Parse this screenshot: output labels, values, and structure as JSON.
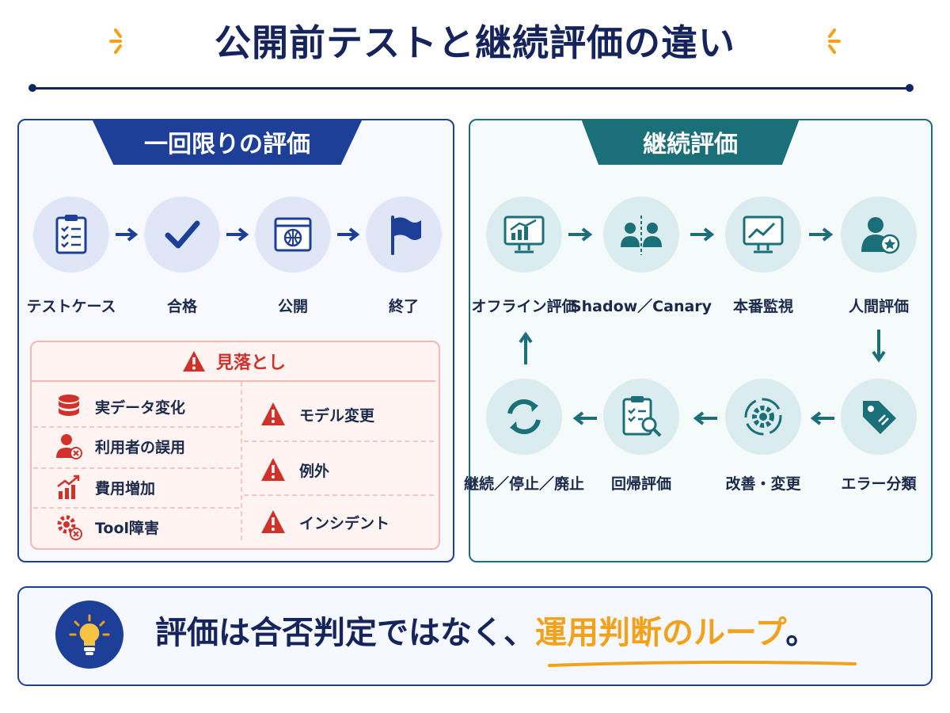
{
  "title": "公開前テストと継続評価の違い",
  "left_panel": {
    "title": "一回限りの評価",
    "steps": [
      {
        "label": "テストケース",
        "icon": "checklist-clipboard-icon"
      },
      {
        "label": "合格",
        "icon": "checkmark-icon"
      },
      {
        "label": "公開",
        "icon": "browser-globe-icon"
      },
      {
        "label": "終了",
        "icon": "flag-icon"
      }
    ],
    "risk_box": {
      "title": "見落とし",
      "left_items": [
        {
          "label": "実データ変化",
          "icon": "database-icon"
        },
        {
          "label": "利用者の誤用",
          "icon": "user-error-icon"
        },
        {
          "label": "費用増加",
          "icon": "cost-chart-up-icon"
        },
        {
          "label": "Tool障害",
          "icon": "gear-error-icon"
        }
      ],
      "right_items": [
        {
          "label": "モデル変更",
          "icon": "warning-icon"
        },
        {
          "label": "例外",
          "icon": "warning-icon"
        },
        {
          "label": "インシデント",
          "icon": "warning-icon"
        }
      ]
    }
  },
  "right_panel": {
    "title": "継続評価",
    "top_steps": [
      {
        "label": "オフライン評価",
        "icon": "monitor-chart-icon"
      },
      {
        "label": "Shadow／Canary",
        "icon": "split-users-icon"
      },
      {
        "label": "本番監視",
        "icon": "monitor-line-icon"
      },
      {
        "label": "人間評価",
        "icon": "user-star-icon"
      }
    ],
    "bottom_steps": [
      {
        "label": "継続／停止／廃止",
        "icon": "cycle-arrows-icon"
      },
      {
        "label": "回帰評価",
        "icon": "clipboard-search-icon"
      },
      {
        "label": "改善・変更",
        "icon": "gear-refresh-icon"
      },
      {
        "label": "エラー分類",
        "icon": "tag-icon"
      }
    ]
  },
  "message": {
    "text_main": "評価は合否判定ではなく、",
    "text_accent": "運用判断のループ",
    "text_end": "。",
    "icon": "lightbulb-icon"
  },
  "colors": {
    "navy": "#16245c",
    "blue": "#1d3f97",
    "teal": "#1b6f79",
    "red": "#d0312b",
    "orange": "#f0a21c"
  }
}
